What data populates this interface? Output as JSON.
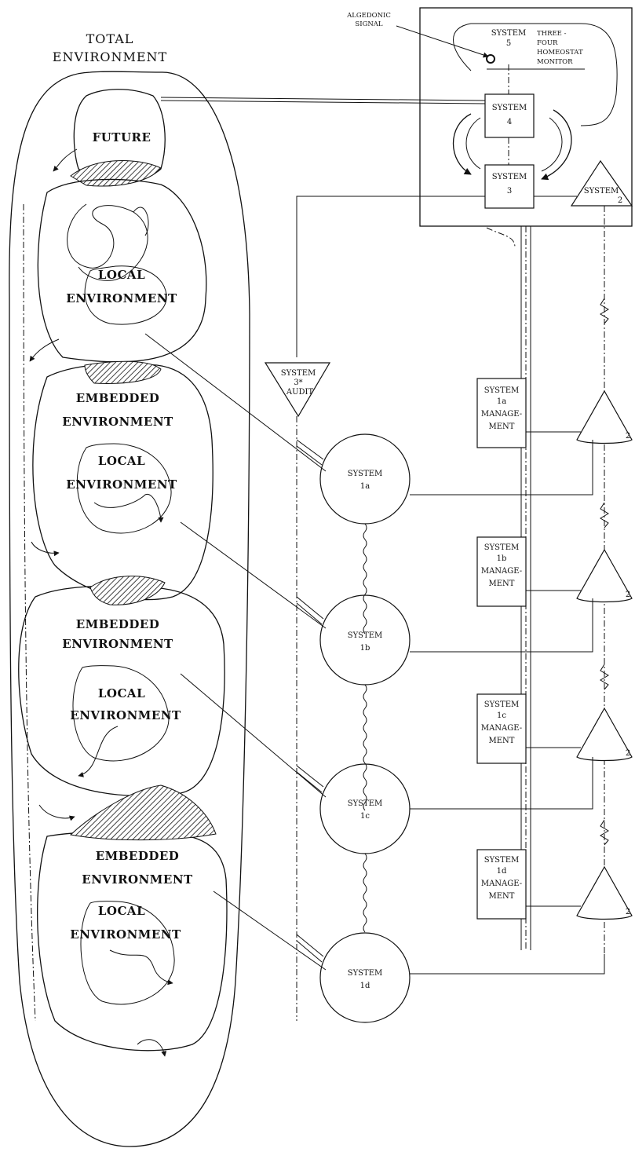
{
  "environment": {
    "title_line1": "TOTAL",
    "title_line2": "ENVIRONMENT",
    "future": "FUTURE",
    "local": {
      "line1": "LOCAL",
      "line2": "ENVIRONMENT"
    },
    "embedded": {
      "line1": "EMBEDDED",
      "line2": "ENVIRONMENT"
    }
  },
  "metasystem": {
    "algedonic_line1": "ALGEDONIC",
    "algedonic_line2": "SIGNAL",
    "system5": {
      "line1": "SYSTEM",
      "line2": "5"
    },
    "monitor": {
      "line1": "THREE -",
      "line2": "FOUR",
      "line3": "HOMEOSTAT",
      "line4": "MONITOR"
    },
    "system4": {
      "line1": "SYSTEM",
      "line2": "4"
    },
    "system3": {
      "line1": "SYSTEM",
      "line2": "3"
    },
    "system2": {
      "line1": "SYSTEM",
      "line2": "2"
    },
    "audit": {
      "line1": "SYSTEM",
      "line2": "3*",
      "line3": "AUDIT"
    }
  },
  "operations": [
    {
      "line1": "SYSTEM",
      "line2": "1a",
      "mgmt": {
        "line1": "SYSTEM",
        "line2": "1a",
        "line3": "MANAGE-",
        "line4": "MENT"
      },
      "regulator": "2"
    },
    {
      "line1": "SYSTEM",
      "line2": "1b",
      "mgmt": {
        "line1": "SYSTEM",
        "line2": "1b",
        "line3": "MANAGE-",
        "line4": "MENT"
      },
      "regulator": "2"
    },
    {
      "line1": "SYSTEM",
      "line2": "1c",
      "mgmt": {
        "line1": "SYSTEM",
        "line2": "1c",
        "line3": "MANAGE-",
        "line4": "MENT"
      },
      "regulator": "2"
    },
    {
      "line1": "SYSTEM",
      "line2": "1d",
      "mgmt": {
        "line1": "SYSTEM",
        "line2": "1d",
        "line3": "MANAGE-",
        "line4": "MENT"
      },
      "regulator": "2"
    }
  ]
}
